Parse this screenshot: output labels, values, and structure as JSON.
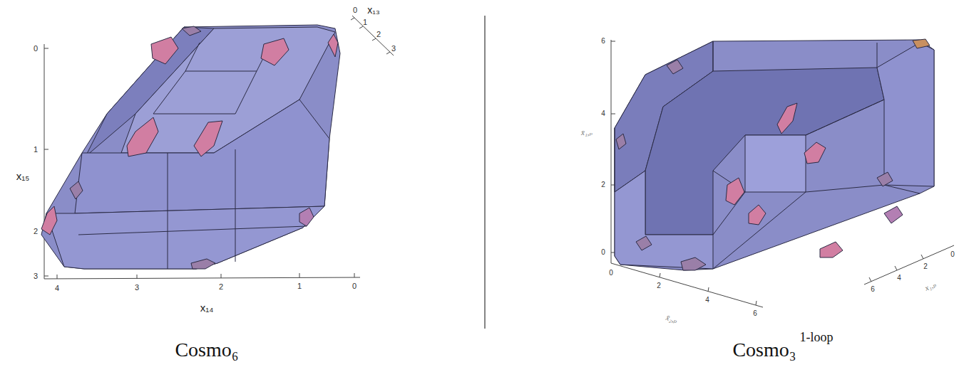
{
  "diagram": {
    "labels": [
      "0",
      "x₁₃",
      "1",
      "2",
      "3",
      "0",
      "1",
      "x₁₅",
      "2",
      "3",
      "4",
      "3",
      "2",
      "1",
      "0",
      "x₁₄",
      "Cosmo₆",
      "6",
      "4",
      "2",
      "0",
      "x̄₁,ₚ",
      "0",
      "2",
      "4",
      "6",
      "x̄₂,ₚ",
      "0",
      "2",
      "4",
      "6",
      "x₁,ₚ",
      "Cosmo₃",
      "1-loop"
    ]
  }
}
